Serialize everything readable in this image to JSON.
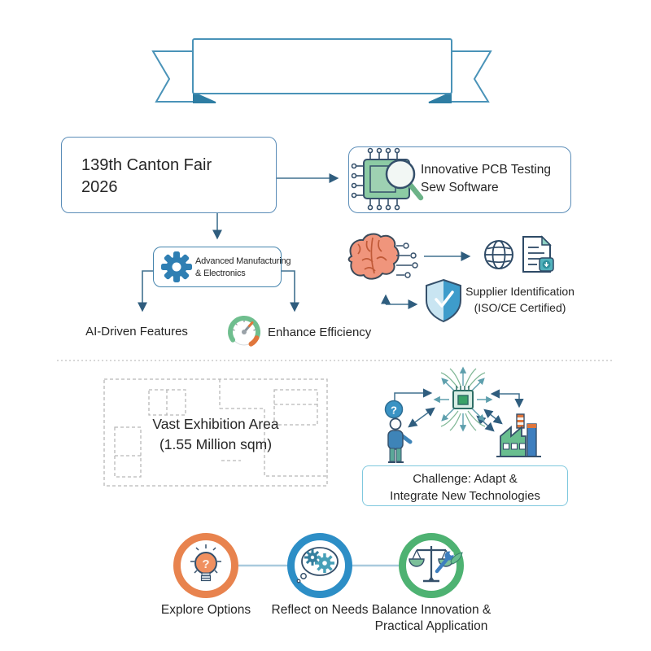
{
  "banner": {
    "text": ""
  },
  "flow": {
    "canton": {
      "line1": "139th Canton Fair",
      "line2": "2026"
    },
    "pcb": {
      "line1": "Innovative PCB Testing",
      "line2": "Sew Software",
      "icon": "pcb-chip-magnifier-icon"
    },
    "adv_mfg": {
      "line1": "Advanced Manufacturing",
      "line2": "& Electronics",
      "icon": "gear-icon"
    },
    "ai_features": {
      "label": "AI-Driven Features"
    },
    "efficiency": {
      "label": "Enhance Efficiency",
      "icon": "gauge-icon"
    },
    "supplier": {
      "line1": "Supplier Identification",
      "line2": "(ISO/CE Certified)",
      "icon": "shield-check-icon"
    },
    "ai_cluster": {
      "icons": [
        "brain-icon",
        "globe-icon",
        "document-download-icon"
      ]
    },
    "exhibition": {
      "line1": "Vast Exhibition Area",
      "line2": "(1.55 Million sqm)"
    },
    "tech_cluster": {
      "icons": [
        "question-circle-icon",
        "person-icon",
        "chip-burst-icon",
        "factory-icon"
      ]
    },
    "challenge": {
      "line1": "Challenge: Adapt &",
      "line2": "Integrate New Technologies"
    }
  },
  "steps": [
    {
      "label": "Explore Options",
      "icon": "lightbulb-question-icon",
      "ring_color": "#E8834E"
    },
    {
      "label": "Reflect on Needs",
      "icon": "thought-gears-icon",
      "ring_color": "#2D8EC6"
    },
    {
      "label": "Balance Innovation & Practical Application",
      "icon": "balance-scale-icon",
      "ring_color": "#4EB272"
    }
  ],
  "glyphs": {
    "question_mark": "?"
  },
  "colors": {
    "box_border_blue": "#5B8DB8",
    "banner_border_blue": "#4A93B8",
    "banner_fold_blue": "#2E7DA3",
    "arrow_steel_blue": "#41718F",
    "arrowhead_navy": "#2F5D7E",
    "outline_navy": "#35506B",
    "chip_green": "#8CCBA4",
    "gear_blue": "#2F7FB3",
    "gauge_green": "#6FBE8E",
    "gauge_orange": "#E0763C",
    "brain_coral": "#F0957C",
    "shield_blue": "#3E9CCB",
    "doc_badge_teal": "#52B2BC",
    "person_blue": "#3E84B8",
    "question_circle_blue": "#3A93C4",
    "factory_green": "#69BE8F",
    "factory_blue": "#3E7FBF",
    "factory_orange": "#E0763C",
    "ring_orange": "#E8834E",
    "ring_blue": "#2D8EC6",
    "ring_green": "#4EB272",
    "step_connector_blue": "#A9CADD",
    "plan_dash_gray": "#B8B8B8",
    "challenge_border": "#7FC8DE",
    "text_dark": "#262626"
  }
}
